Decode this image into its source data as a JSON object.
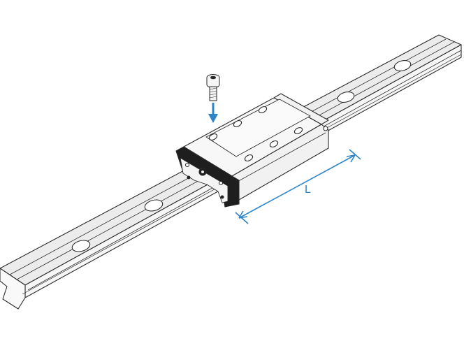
{
  "diagram": {
    "dimension_label": "L",
    "colors": {
      "line": "#2a2a2a",
      "rail_fill": "#f4f4f4",
      "rail_top": "#ececec",
      "block_fill": "#f7f7f7",
      "block_dark": "#1e1e1e",
      "accent": "#2e86c8"
    },
    "parts": [
      "linear-guide-rail",
      "carriage-block",
      "mounting-bolt",
      "insert-arrow",
      "length-dimension"
    ]
  }
}
